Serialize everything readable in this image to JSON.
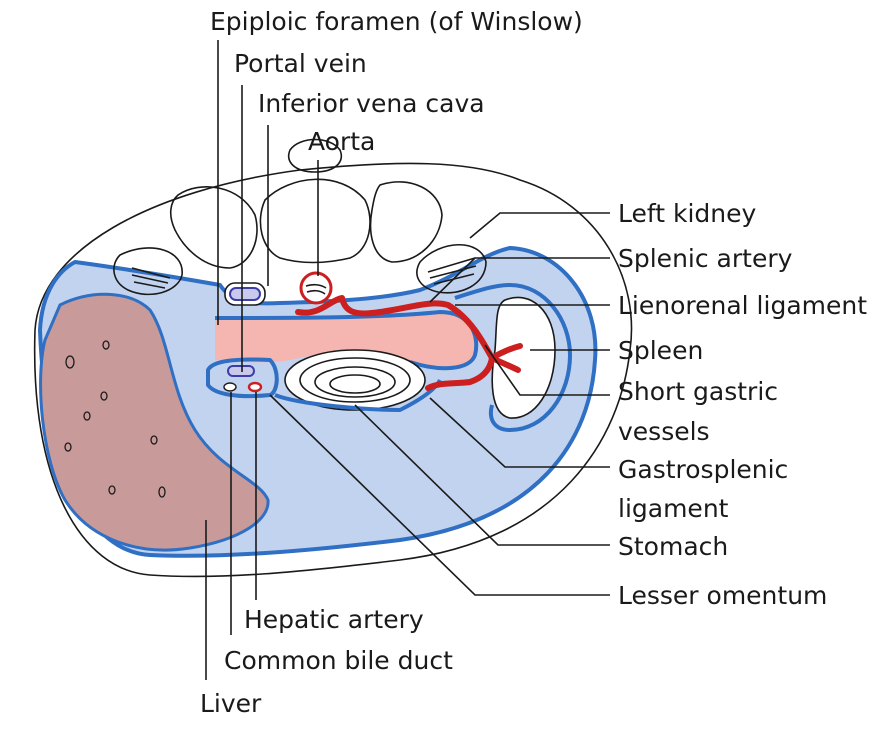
{
  "labels": {
    "epiploic_foramen": "Epiploic foramen (of Winslow)",
    "portal_vein": "Portal vein",
    "inferior_vena_cava": "Inferior vena cava",
    "aorta": "Aorta",
    "left_kidney": "Left kidney",
    "splenic_artery": "Splenic artery",
    "lienorenal_ligament": "Lienorenal ligament",
    "spleen": "Spleen",
    "short_gastric_line1": "Short gastric",
    "short_gastric_line2": "vessels",
    "gastrosplenic_line1": "Gastrosplenic",
    "gastrosplenic_line2": "ligament",
    "stomach": "Stomach",
    "lesser_omentum": "Lesser omentum",
    "hepatic_artery": "Hepatic artery",
    "common_bile_duct": "Common bile duct",
    "liver": "Liver"
  },
  "colors": {
    "peritoneal_cavity": "#c2d3ef",
    "peritoneum_line": "#2f6fc4",
    "lesser_sac": "#f5b5b0",
    "liver": "#c99a9a",
    "artery": "#cc1f1f",
    "vein": "#3d3da8"
  }
}
